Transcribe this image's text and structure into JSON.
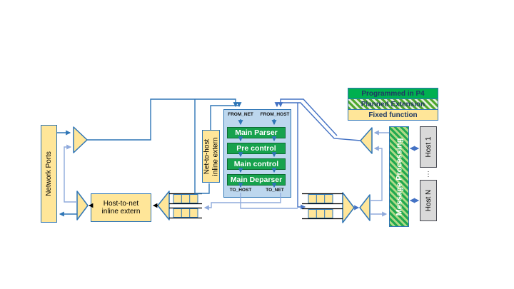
{
  "legend": {
    "items": [
      {
        "label": "Programmed in P4",
        "style": "solid-green"
      },
      {
        "label": "Planned Extension",
        "style": "hatched-green"
      },
      {
        "label": "Fixed function",
        "style": "yellow"
      }
    ]
  },
  "pipeline": {
    "ports": {
      "from_net": "FROM_NET",
      "from_host": "FROM_HOST",
      "to_host": "TO_HOST",
      "to_net": "TO_NET"
    },
    "stages": [
      "Main Parser",
      "Pre control",
      "Main control",
      "Main Deparser"
    ]
  },
  "blocks": {
    "network_ports": "Network Ports",
    "net_to_host_extern": {
      "line1": "Net-to-host",
      "line2": "inline extern"
    },
    "host_to_net_extern": {
      "line1": "Host-to-net",
      "line2": "inline extern"
    },
    "message_processing": "Message Processing",
    "host_first": "Host 1",
    "host_last": "Host N",
    "hosts_ellipsis": "⋮"
  },
  "colors": {
    "line_dark": "#2E75B6",
    "line_mid": "#4472C4",
    "line_light": "#8FAADC",
    "green_solid": "#00B050",
    "stage_green": "#17A24D",
    "yellow_fill": "#FFE699",
    "pipeline_fill": "#BDD7EE",
    "host_fill": "#D9D9D9"
  }
}
